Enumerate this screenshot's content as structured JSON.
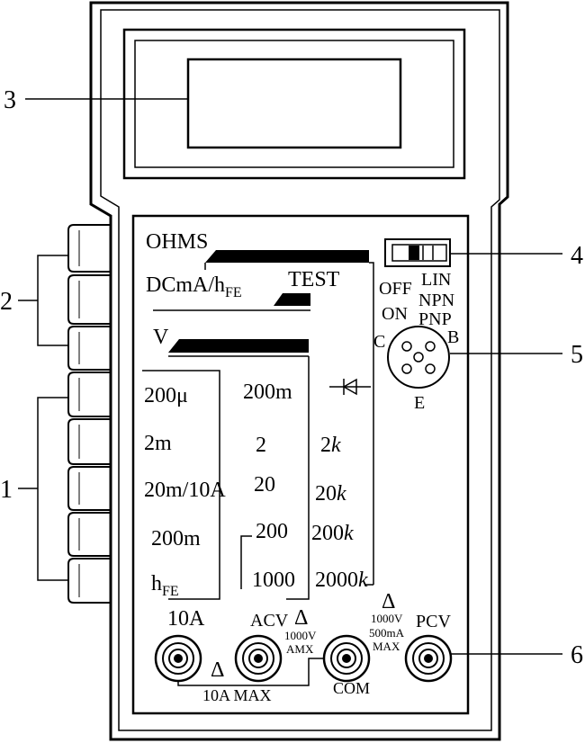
{
  "callouts": {
    "n1": "1",
    "n2": "2",
    "n3": "3",
    "n4": "4",
    "n5": "5",
    "n6": "6"
  },
  "ranges": {
    "ohms": "OHMS",
    "dcma_main": "DCmA/h",
    "dcma_sub": "FE",
    "test": "TEST",
    "v": "V"
  },
  "dcma_values": [
    "200μ",
    "2m",
    "20m/10A",
    "200m"
  ],
  "hfe": {
    "main": "h",
    "sub": "FE"
  },
  "v_values": [
    "200m",
    "2",
    "20",
    "200",
    "1000"
  ],
  "ohm_values": [
    "2",
    "20",
    "200",
    "2000"
  ],
  "ohm_unit": "k",
  "transistor": {
    "off": "OFF",
    "on": "ON",
    "lin": "LIN",
    "npn": "NPN",
    "pnp": "PNP",
    "c": "C",
    "b": "B",
    "e": "E"
  },
  "jacks": {
    "tenA": "10A",
    "acv": "ACV",
    "acv_limit1": "1000V",
    "acv_limit2": "AMX",
    "com": "COM",
    "pcv": "PCV",
    "pcv_limit1": "1000V",
    "pcv_limit2": "500mA",
    "pcv_limit3": "MAX",
    "tenA_max": "10A MAX",
    "delta": "Δ"
  }
}
